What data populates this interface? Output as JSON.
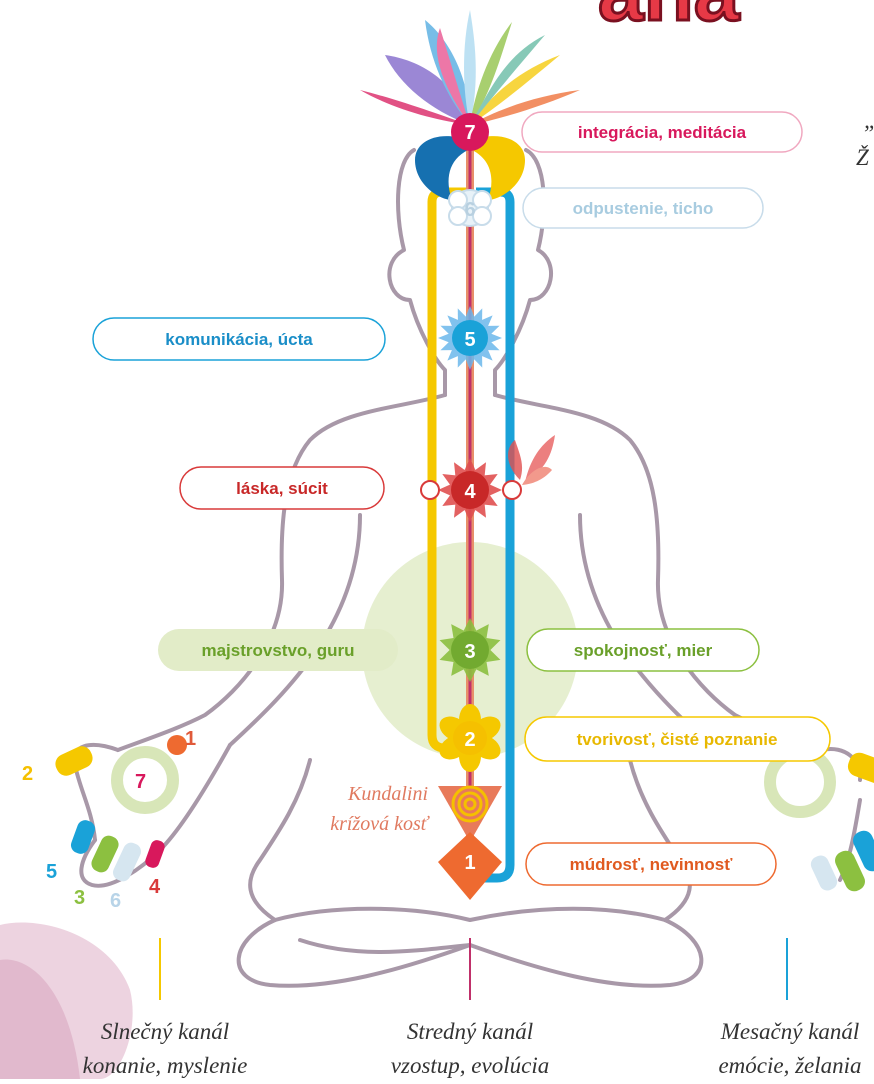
{
  "header_fragment": "ana",
  "quote_fragment": {
    "line1": "„",
    "line2": "Ž"
  },
  "chakras": [
    {
      "number": "1",
      "label": "múdrosť, nevinnosť",
      "color": "#ee6a30"
    },
    {
      "number": "2",
      "label": "tvorivosť, čisté poznanie",
      "color": "#f5c800"
    },
    {
      "number": "3",
      "label": "spokojnosť, mier",
      "color": "#8cc040"
    },
    {
      "number": "4",
      "label": "láska, súcit",
      "color": "#d93a3a"
    },
    {
      "number": "5",
      "label": "komunikácia, úcta",
      "color": "#1aa2d8"
    },
    {
      "number": "6",
      "label": "odpustenie, ticho",
      "color": "#a8d4ea"
    },
    {
      "number": "7",
      "label": "integrácia, meditácia",
      "color": "#d8185c"
    }
  ],
  "kundalini": {
    "line1": "Kundalini",
    "line2": "krížová kosť"
  },
  "hand_numbers": {
    "one": "1",
    "two": "2",
    "three": "3",
    "four": "4",
    "five": "5",
    "six": "6",
    "seven": "7"
  },
  "channels": [
    {
      "title": "Slnečný kanál",
      "subtitle": "konanie, myslenie",
      "color": "#f5c800"
    },
    {
      "title": "Stredný kanál",
      "subtitle": "vzostup, evolúcia",
      "color": "#c0306a"
    },
    {
      "title": "Mesačný kanál",
      "subtitle": "emócie, želania",
      "color": "#1aa2d8"
    }
  ]
}
